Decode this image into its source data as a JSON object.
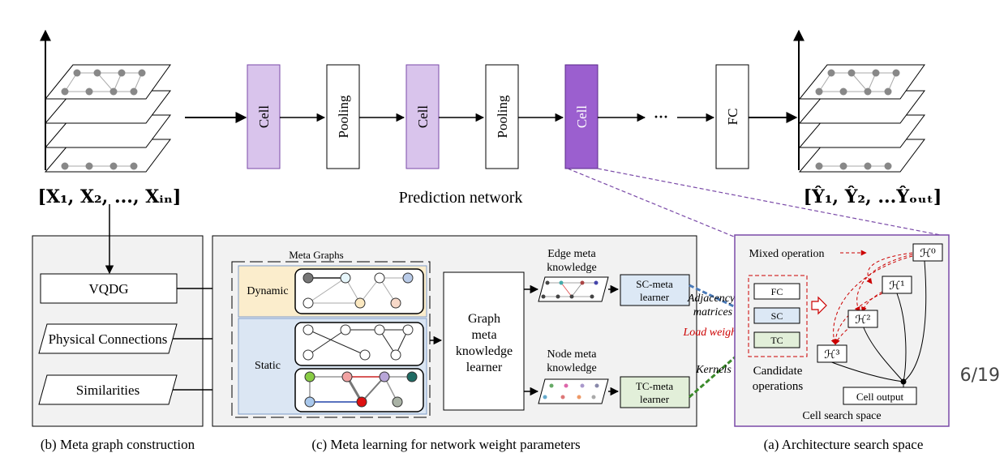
{
  "top": {
    "input_label": "[X₁, X₂, ..., Xᵢₙ]",
    "output_label": "[Ŷ₁, Ŷ₂, ...Ŷₒᵤₜ]",
    "prediction_label": "Prediction network",
    "blocks": [
      "Cell",
      "Pooling",
      "Cell",
      "Pooling",
      "Cell",
      "FC"
    ],
    "ellipsis": "···"
  },
  "panel_b": {
    "items": [
      "VQDG",
      "Physical Connections",
      "Similarities"
    ],
    "caption": "(b) Meta graph construction"
  },
  "panel_c": {
    "meta_graphs_title": "Meta Graphs",
    "dynamic_label": "Dynamic",
    "static_label": "Static",
    "learner_lines": [
      "Graph",
      "meta",
      "knowledge",
      "learner"
    ],
    "edge_knowledge_lines": [
      "Edge meta",
      "knowledge"
    ],
    "node_knowledge_lines": [
      "Node meta",
      "knowledge"
    ],
    "sc_learner_lines": [
      "SC-meta",
      "learner"
    ],
    "tc_learner_lines": [
      "TC-meta",
      "learner"
    ],
    "caption": "(c) Meta learning for network weight parameters"
  },
  "links": {
    "adjacency_lines": [
      "Adjacency",
      "matrices"
    ],
    "load_weights": "Load weights",
    "kernels": "Kernels"
  },
  "panel_a": {
    "mixed_operation": "Mixed operation",
    "candidates": [
      "FC",
      "SC",
      "TC"
    ],
    "candidate_lines": [
      "Candidate",
      "operations"
    ],
    "h_nodes": [
      "ℋ⁰",
      "ℋ¹",
      "ℋ²",
      "ℋ³"
    ],
    "cell_output": "Cell output",
    "title": "Cell search space",
    "caption": "(a) Architecture search space"
  },
  "page_number": "6/19",
  "colors": {
    "cell_light": "#d9c4ec",
    "cell_dark": "#9b5fcf",
    "purple_border": "#7a4aa8",
    "dynamic_bg": "#fbedcc",
    "static_bg": "#dbe6f3",
    "sc_bg": "#dce8f5",
    "tc_bg": "#e2efd9",
    "red": "#cc0000",
    "panel_bg": "#f2f2f2"
  }
}
